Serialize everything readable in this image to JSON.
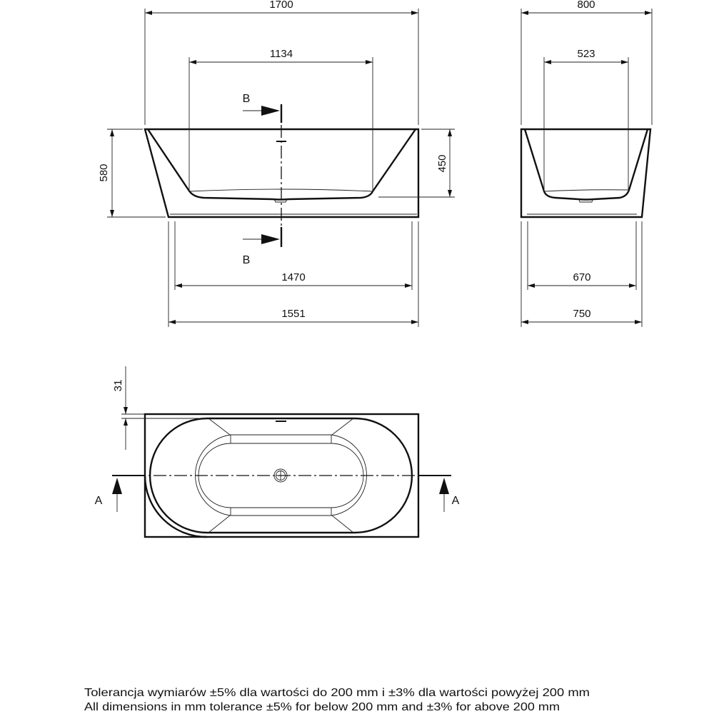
{
  "front_view": {
    "dims": {
      "overall_length": "1700",
      "inner_length": "1134",
      "height": "580",
      "depth": "450",
      "base_inner": "1470",
      "base_outer": "1551"
    },
    "section_label_top": "B",
    "section_label_bottom": "B"
  },
  "side_view": {
    "dims": {
      "overall_width": "800",
      "inner_width": "523",
      "base_inner": "670",
      "base_outer": "750"
    }
  },
  "plan_view": {
    "dims": {
      "rim_offset": "31"
    },
    "section_label_left": "A",
    "section_label_right": "A"
  },
  "footer": {
    "line1": "Tolerancja wymiarów ±5% dla wartości do 200 mm i ±3% dla wartości powyżej 200 mm",
    "line2": "All dimensions in mm tolerance ±5% for below 200 mm and ±3% for above 200 mm"
  }
}
